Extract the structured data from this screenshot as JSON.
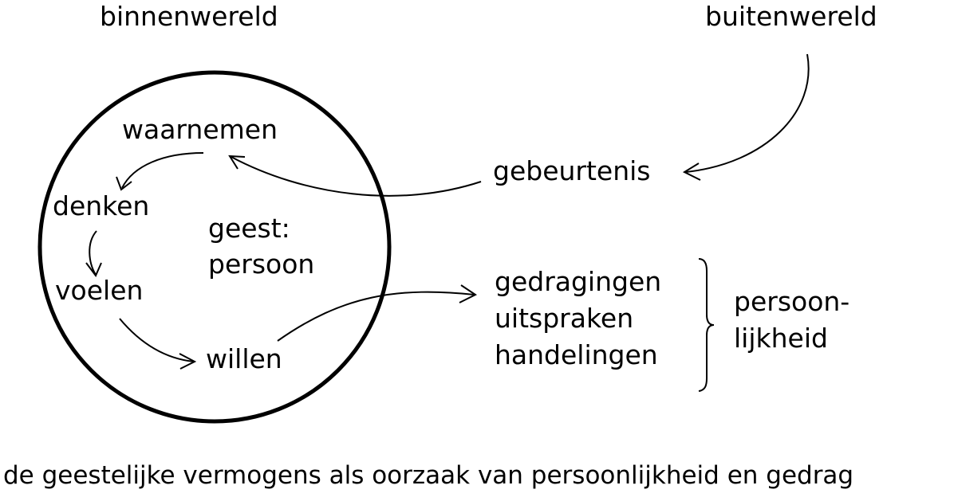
{
  "headers": {
    "inner_world": "binnenwereld",
    "outer_world": "buitenwereld"
  },
  "faculties": {
    "perceive": "waarnemen",
    "think": "denken",
    "feel": "voelen",
    "will": "willen"
  },
  "mind": {
    "line1": "geest:",
    "line2": "persoon"
  },
  "event": "gebeurtenis",
  "behaviours": [
    "gedragingen",
    "uitspraken",
    "handelingen"
  ],
  "personality": {
    "line1": "persoon-",
    "line2": "lijkheid"
  },
  "caption": "de geestelijke vermogens als oorzaak van persoonlijkheid en gedrag"
}
